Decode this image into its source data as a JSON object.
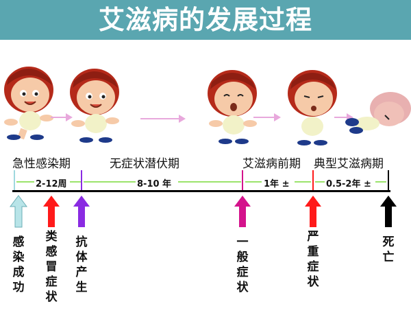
{
  "title": "艾滋病的发展过程",
  "phases": {
    "acute": "急性感染期",
    "latent": "无症状潜伏期",
    "pre_aids": "艾滋病前期",
    "aids": "典型艾滋病期"
  },
  "durations": {
    "acute": "2-12周",
    "latent": "8-10 年",
    "pre_aids": "1年 ±",
    "aids": "0.5-2年 ±"
  },
  "events": [
    {
      "label": "感染成功",
      "color": "#b8e4e8"
    },
    {
      "label": "类感冒症状",
      "color": "#ff1a1a"
    },
    {
      "label": "抗体产生",
      "color": "#8a2be2"
    },
    {
      "label": "一般症状",
      "color": "#d4138c"
    },
    {
      "label": "严重症状",
      "color": "#ff1a1a"
    },
    {
      "label": "死亡",
      "color": "#000000"
    }
  ],
  "colors": {
    "title_bar": "#5aa6b0",
    "timeline_green": "#9be36b",
    "arrow_pink": "#e8a8dc"
  }
}
